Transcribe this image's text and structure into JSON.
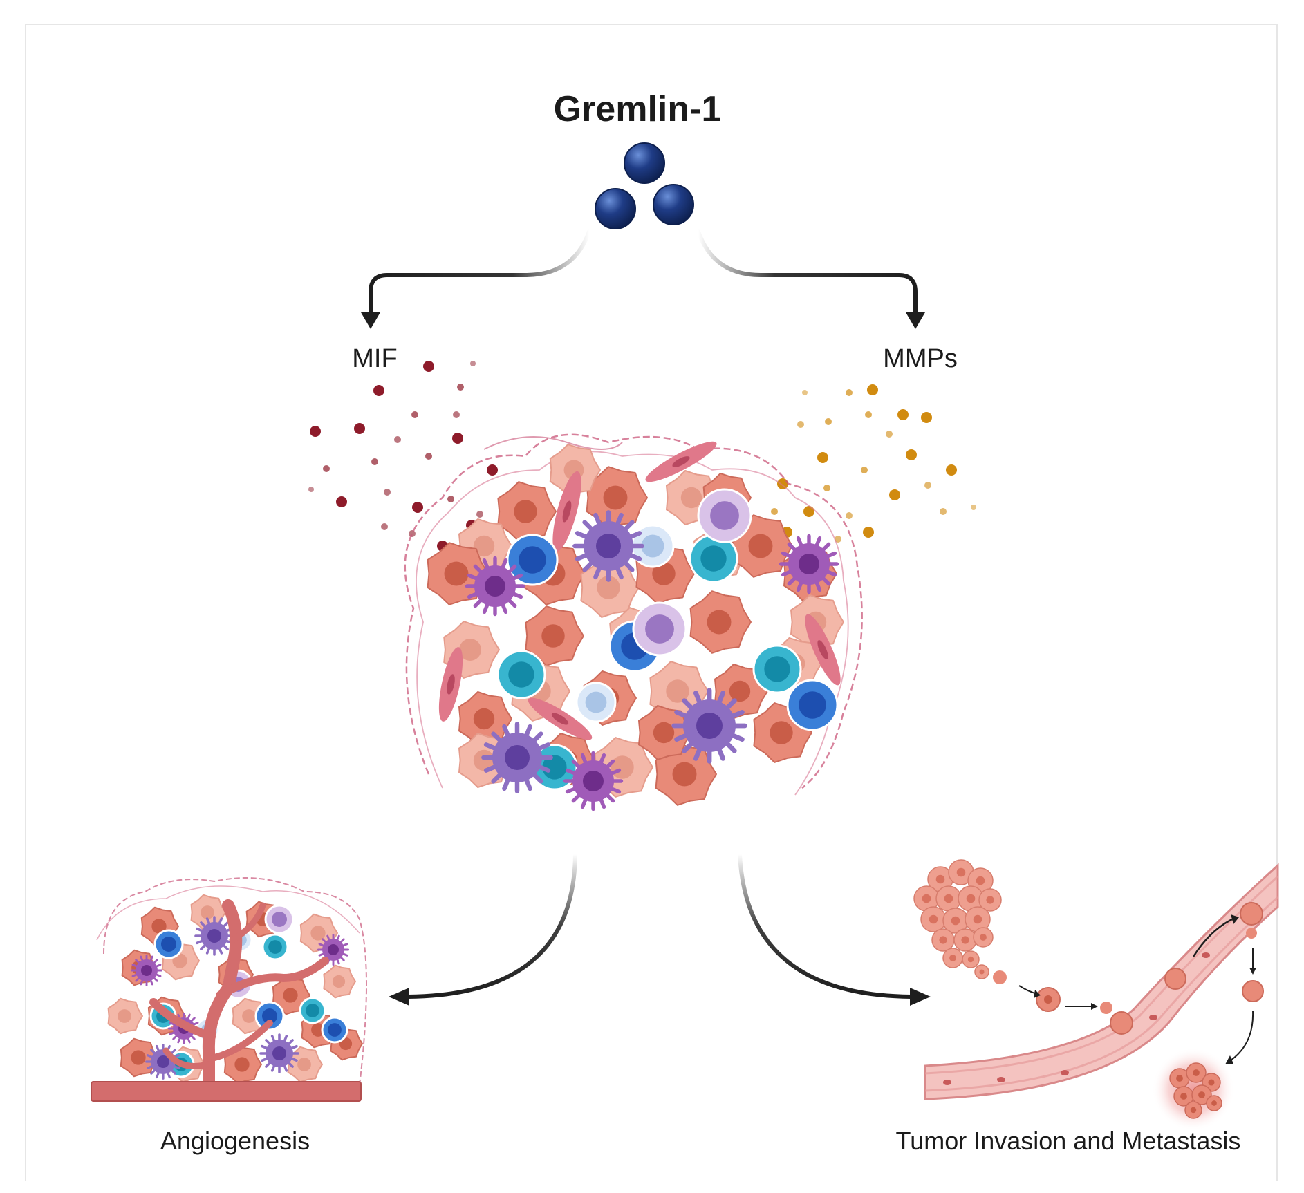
{
  "diagram": {
    "title": "Gremlin-1",
    "left_mediator": "MIF",
    "right_mediator": "MMPs",
    "left_outcome": "Angiogenesis",
    "right_outcome": "Tumor Invasion and Metastasis"
  },
  "colors": {
    "gremlin_sphere": "#1f3c86",
    "mif_dots": "#8e1b2a",
    "mmp_dots": "#d18b10",
    "tumor_cell": "#e88a78",
    "tumor_nucleus": "#c95d48",
    "t_cell": "#3a7fd8",
    "b_cell": "#38b5cf",
    "dendritic_cell": "#8d6fc2",
    "macrophage": "#a05bb8",
    "vessel": "#e07b7b",
    "arrow": "#1e1e1e"
  }
}
